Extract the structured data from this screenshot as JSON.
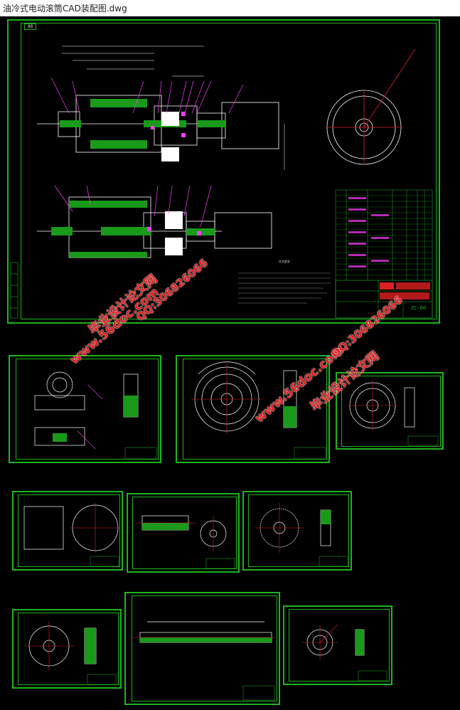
{
  "window": {
    "title": "油冷式电动滚筒CAD装配图.dwg"
  },
  "main_drawing": {
    "corner_tag": "A0",
    "title_block_code": "ZC-00",
    "tech_req_title": "技术要求"
  },
  "watermarks": {
    "site": "www.56doc.com",
    "qq": "QQ:306826066",
    "brand": "毕业设计论文网"
  },
  "colors": {
    "frame": "#1db51d",
    "red_line": "#e02020",
    "magenta_line": "#ff3cff",
    "white_line": "#ffffff",
    "watermark": "#e02020"
  }
}
